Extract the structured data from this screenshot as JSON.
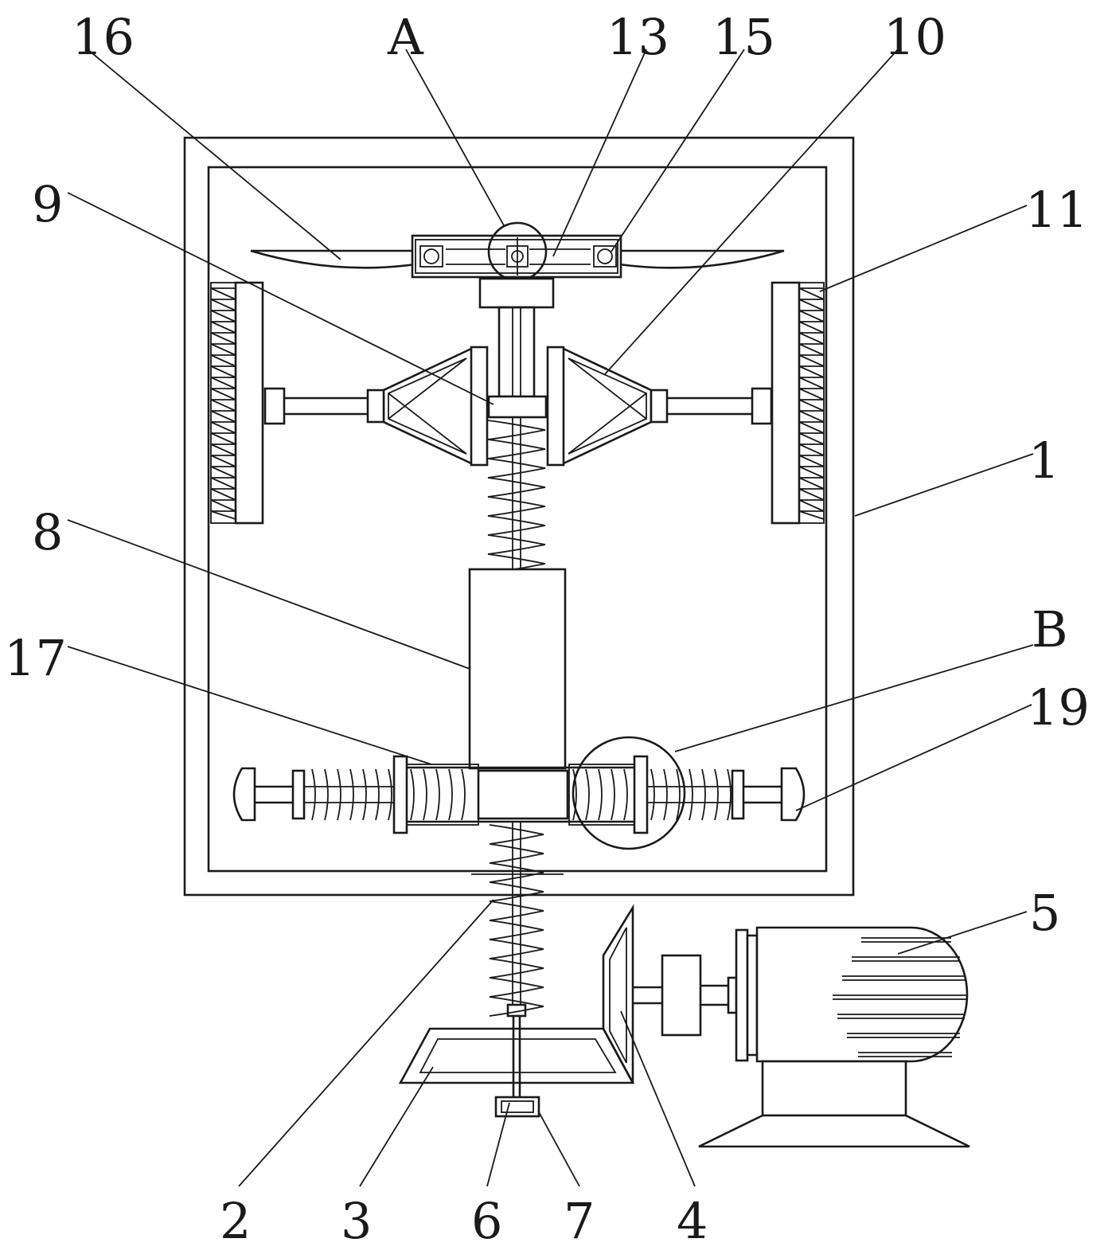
{
  "labels": {
    "l16": "16",
    "lA": "A",
    "l13": "13",
    "l15": "15",
    "l10": "10",
    "l9": "9",
    "l11": "11",
    "l1": "1",
    "l8": "8",
    "l17": "17",
    "lB": "B",
    "l19": "19",
    "l5": "5",
    "l2": "2",
    "l3": "3",
    "l6": "6",
    "l7": "7",
    "l4": "4"
  }
}
